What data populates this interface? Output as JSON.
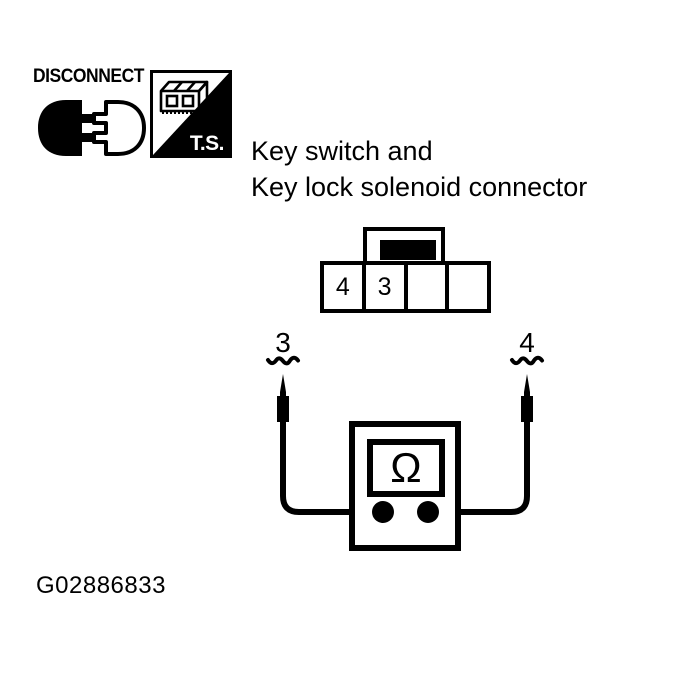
{
  "figure": {
    "caption": "G02886833",
    "title_line_1": "Key switch and",
    "title_line_2": "Key lock solenoid connector"
  },
  "badge": {
    "disconnect_label": "DISCONNECT",
    "ts_label": "T.S.",
    "plug_icon_name": "disconnect-plug-icon",
    "connector_icon_name": "connector-block-icon"
  },
  "connector": {
    "pins": [
      {
        "label": "4"
      },
      {
        "label": "3"
      },
      {
        "label": ""
      },
      {
        "label": ""
      }
    ]
  },
  "meter": {
    "display_symbol": "Ω",
    "measurement": "resistance",
    "probe_left_label": "3",
    "probe_right_label": "4"
  },
  "colors": {
    "ink": "#000000",
    "paper": "#ffffff"
  }
}
